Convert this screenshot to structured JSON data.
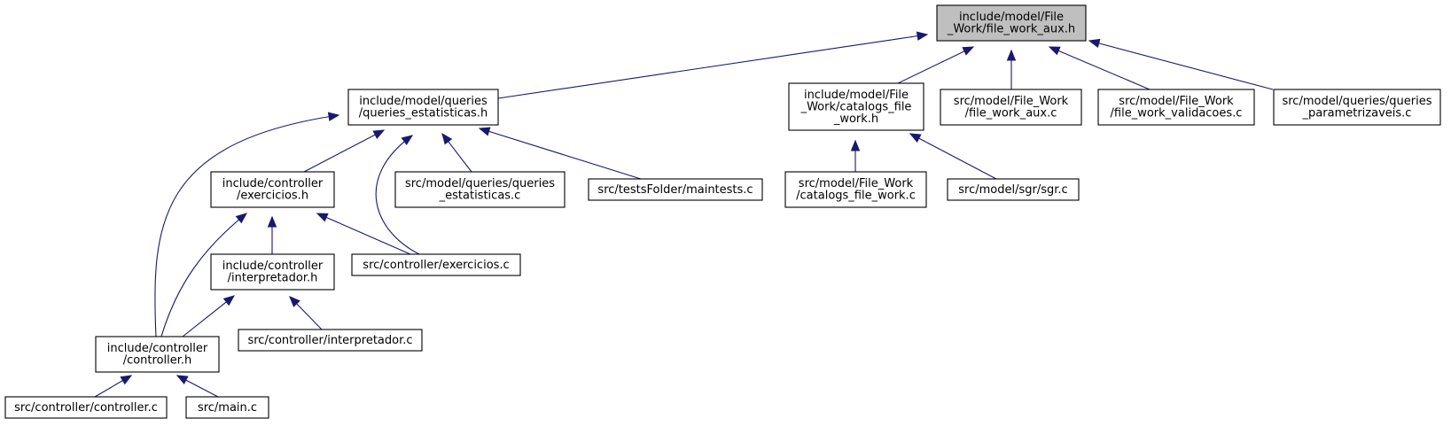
{
  "graph": {
    "nodes": [
      {
        "id": "n0",
        "lines": [
          "include/model/File",
          "_Work/file_work_aux.h"
        ],
        "highlighted": true
      },
      {
        "id": "n1",
        "lines": [
          "include/model/queries",
          "/queries_estatisticas.h"
        ]
      },
      {
        "id": "n2",
        "lines": [
          "include/model/File",
          "_Work/catalogs_file",
          "_work.h"
        ]
      },
      {
        "id": "n3",
        "lines": [
          "src/model/File_Work",
          "/file_work_aux.c"
        ]
      },
      {
        "id": "n4",
        "lines": [
          "src/model/File_Work",
          "/file_work_validacoes.c"
        ]
      },
      {
        "id": "n5",
        "lines": [
          "src/model/queries/queries",
          "_parametrizaveis.c"
        ]
      },
      {
        "id": "n6",
        "lines": [
          "include/controller",
          "/exercicios.h"
        ]
      },
      {
        "id": "n7",
        "lines": [
          "src/model/queries/queries",
          "_estatisticas.c"
        ]
      },
      {
        "id": "n8",
        "lines": [
          "src/testsFolder/maintests.c"
        ]
      },
      {
        "id": "n9",
        "lines": [
          "src/model/File_Work",
          "/catalogs_file_work.c"
        ]
      },
      {
        "id": "n10",
        "lines": [
          "src/model/sgr/sgr.c"
        ]
      },
      {
        "id": "n11",
        "lines": [
          "include/controller",
          "/interpretador.h"
        ]
      },
      {
        "id": "n12",
        "lines": [
          "src/controller/exercicios.c"
        ]
      },
      {
        "id": "n13",
        "lines": [
          "include/controller",
          "/controller.h"
        ]
      },
      {
        "id": "n14",
        "lines": [
          "src/controller/interpretador.c"
        ]
      },
      {
        "id": "n15",
        "lines": [
          "src/controller/controller.c"
        ]
      },
      {
        "id": "n16",
        "lines": [
          "src/main.c"
        ]
      }
    ],
    "edges": [
      {
        "from": "n1",
        "to": "n0"
      },
      {
        "from": "n2",
        "to": "n0"
      },
      {
        "from": "n3",
        "to": "n0"
      },
      {
        "from": "n4",
        "to": "n0"
      },
      {
        "from": "n5",
        "to": "n0"
      },
      {
        "from": "n6",
        "to": "n1"
      },
      {
        "from": "n7",
        "to": "n1"
      },
      {
        "from": "n8",
        "to": "n1"
      },
      {
        "from": "n12",
        "to": "n1"
      },
      {
        "from": "n13",
        "to": "n1"
      },
      {
        "from": "n9",
        "to": "n2"
      },
      {
        "from": "n10",
        "to": "n2"
      },
      {
        "from": "n11",
        "to": "n6"
      },
      {
        "from": "n12",
        "to": "n6"
      },
      {
        "from": "n13",
        "to": "n6"
      },
      {
        "from": "n13",
        "to": "n11"
      },
      {
        "from": "n14",
        "to": "n11"
      },
      {
        "from": "n15",
        "to": "n13"
      },
      {
        "from": "n16",
        "to": "n13"
      }
    ],
    "colors": {
      "edge": "#191970",
      "highlight_fill": "#bfbfbf",
      "node_fill": "#ffffff",
      "node_stroke": "#000000"
    }
  }
}
